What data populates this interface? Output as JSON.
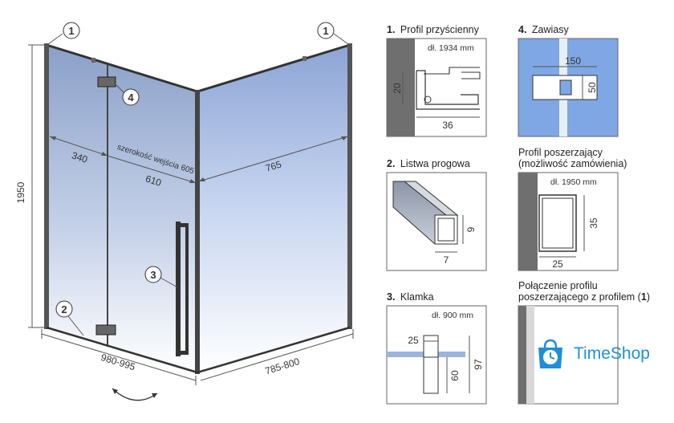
{
  "shower": {
    "marker_1": "1",
    "marker_2": "2",
    "marker_3": "3",
    "marker_4": "4",
    "height": "1950",
    "dim_340": "340",
    "dim_entry_label": "szerokość wejścia 605",
    "dim_610": "610",
    "dim_765": "765",
    "dim_front": "980-995",
    "dim_side": "785-800"
  },
  "panels": {
    "profile": {
      "number": "1.",
      "title": "Profil przyścienny",
      "length": "dł. 1934 mm",
      "dim_height": "20",
      "dim_width": "36"
    },
    "hinges": {
      "number": "4.",
      "title": "Zawiasy",
      "dim_width": "150",
      "dim_height": "50"
    },
    "threshold": {
      "number": "2.",
      "title": "Listwa progowa",
      "dim_height": "9",
      "dim_width": "7"
    },
    "extension": {
      "title_line1": "Profil poszerzający",
      "title_line2": "(możliwość zamówienia)",
      "length": "dł. 1950 mm",
      "dim_height": "35",
      "dim_width": "25"
    },
    "handle": {
      "number": "3.",
      "title": "Klamka",
      "length": "dł. 900 mm",
      "dim_25": "25",
      "dim_60": "60",
      "dim_97": "97"
    },
    "connection": {
      "title_line1": "Połączenie profilu",
      "title_line2_pre": "poszerzającego z profilem (",
      "title_line2_num": "1",
      "title_line2_post": ")"
    }
  },
  "brand": {
    "name": "TimeShop",
    "color": "#1f8fd6"
  }
}
